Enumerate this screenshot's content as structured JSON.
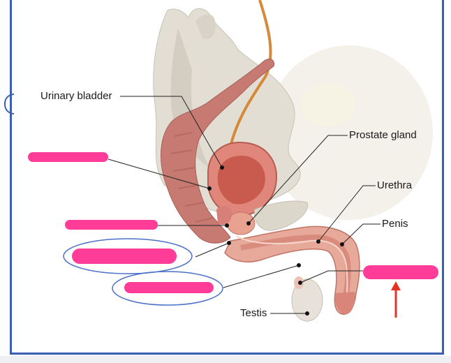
{
  "labels": {
    "urinary_bladder": "Urinary bladder",
    "prostate_gland": "Prostate gland",
    "urethra": "Urethra",
    "penis": "Penis",
    "testis": "Testis"
  },
  "colors": {
    "frame": "#3b5fb0",
    "redaction": "#ff3d98",
    "circle": "#4a6fc7",
    "arrow": "#e53322",
    "leader": "#222222"
  },
  "icons": {
    "arrow": "up-arrow-icon"
  }
}
